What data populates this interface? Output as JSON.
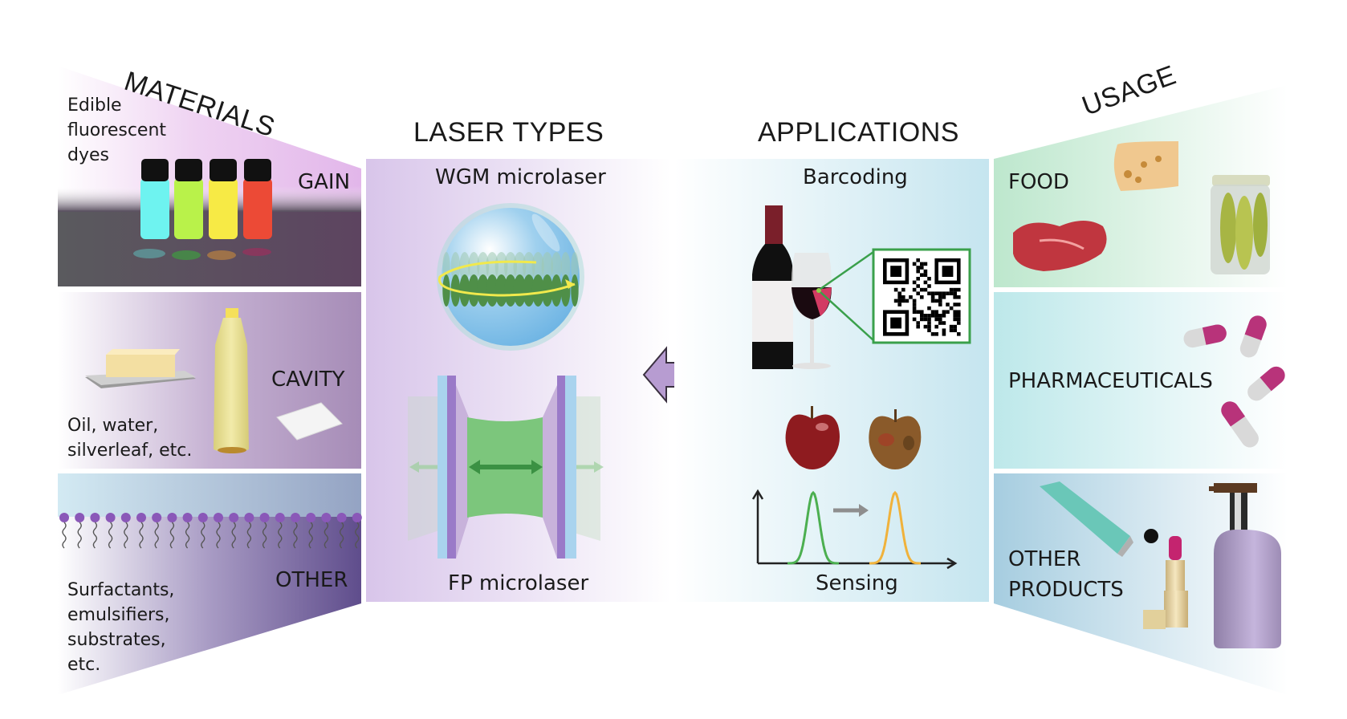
{
  "sections": {
    "materials": {
      "title": "MATERIALS",
      "panels": [
        {
          "label": "GAIN",
          "description": [
            "Edible",
            "fluorescent",
            "dyes"
          ],
          "illustration": "fluorescent-dye-vials"
        },
        {
          "label": "CAVITY",
          "description": [
            "Oil, water,",
            "silverleaf, etc."
          ],
          "illustration": "butter-oil-silverleaf"
        },
        {
          "label": "OTHER",
          "description": [
            "Surfactants,",
            "emulsifiers,",
            "substrates,",
            "etc."
          ],
          "illustration": "surfactant-monolayer"
        }
      ]
    },
    "laser_types": {
      "title": "LASER TYPES",
      "items": [
        {
          "label": "WGM microlaser",
          "illustration": "wgm-sphere"
        },
        {
          "label": "FP microlaser",
          "illustration": "fabry-perot-cavity"
        }
      ]
    },
    "applications": {
      "title": "APPLICATIONS",
      "items": [
        {
          "label": "Barcoding",
          "illustration": "wine-qr-code"
        },
        {
          "label": "Sensing",
          "illustration": "apple-spectral-shift"
        }
      ]
    },
    "usage": {
      "title": "USAGE",
      "panels": [
        {
          "label": "FOOD",
          "illustration": "cheese-steak-pickles"
        },
        {
          "label": "PHARMACEUTICALS",
          "illustration": "capsules"
        },
        {
          "label": [
            "OTHER",
            "PRODUCTS"
          ],
          "illustration": "cosmetics"
        }
      ]
    }
  },
  "connector": {
    "icon": "double-arrow-icon"
  },
  "colors": {
    "gain": "#5e4560",
    "cavity": "#a58cb8",
    "other_materials": "#63508f",
    "laser_panel": "#d7c6ea",
    "applications_panel": "#c7e6f0",
    "food": "#bfe8cf",
    "pharma": "#bfe9ec",
    "other_products": "#a7cde0",
    "arrow": "#b79cd1",
    "green_peak": "#4caf50",
    "orange_peak": "#f0b23b"
  }
}
